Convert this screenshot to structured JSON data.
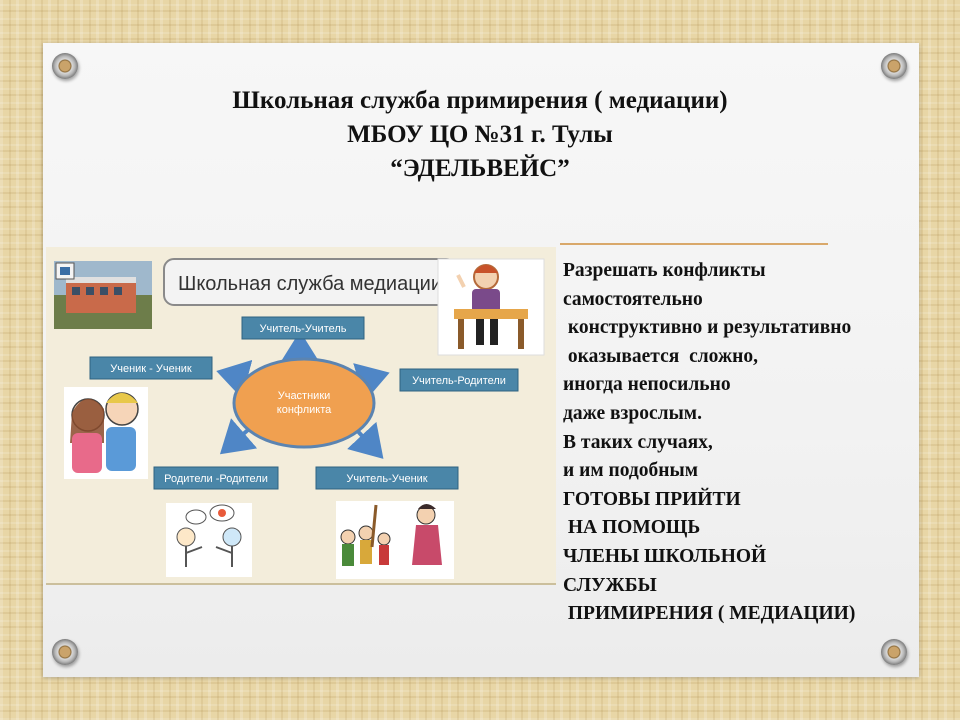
{
  "slide": {
    "title_lines": [
      "Школьная служба примирения  ( медиации)",
      "МБОУ ЦО №31 г. Тулы",
      "“ЭДЕЛЬВЕЙС”"
    ]
  },
  "diagram": {
    "header": "Школьная служба медиации",
    "center": [
      "Участники",
      "конфликта"
    ],
    "nodes": {
      "teacher_teacher": "Учитель-Учитель",
      "student_student": "Ученик - Ученик",
      "teacher_parents": "Учитель-Родители",
      "parents_parents": "Родители -Родители",
      "teacher_student": "Учитель-Ученик"
    }
  },
  "body_text": [
    "Разрешать конфликты",
    "самостоятельно",
    " конструктивно и результативно",
    " оказывается  сложно,",
    "иногда непосильно",
    "даже взрослым.",
    "В таких случаях,",
    "и им подобным",
    "ГОТОВЫ ПРИЙТИ",
    " НА ПОМОЩЬ",
    "ЧЛЕНЫ ШКОЛЬНОЙ",
    "СЛУЖБЫ",
    " ПРИМИРЕНИЯ ( МЕДИАЦИИ)"
  ],
  "colors": {
    "node_fill": "#4a86a8",
    "center_fill": "#f0a050",
    "arrow": "#4f86c6",
    "accent_line": "#d9a86a"
  }
}
